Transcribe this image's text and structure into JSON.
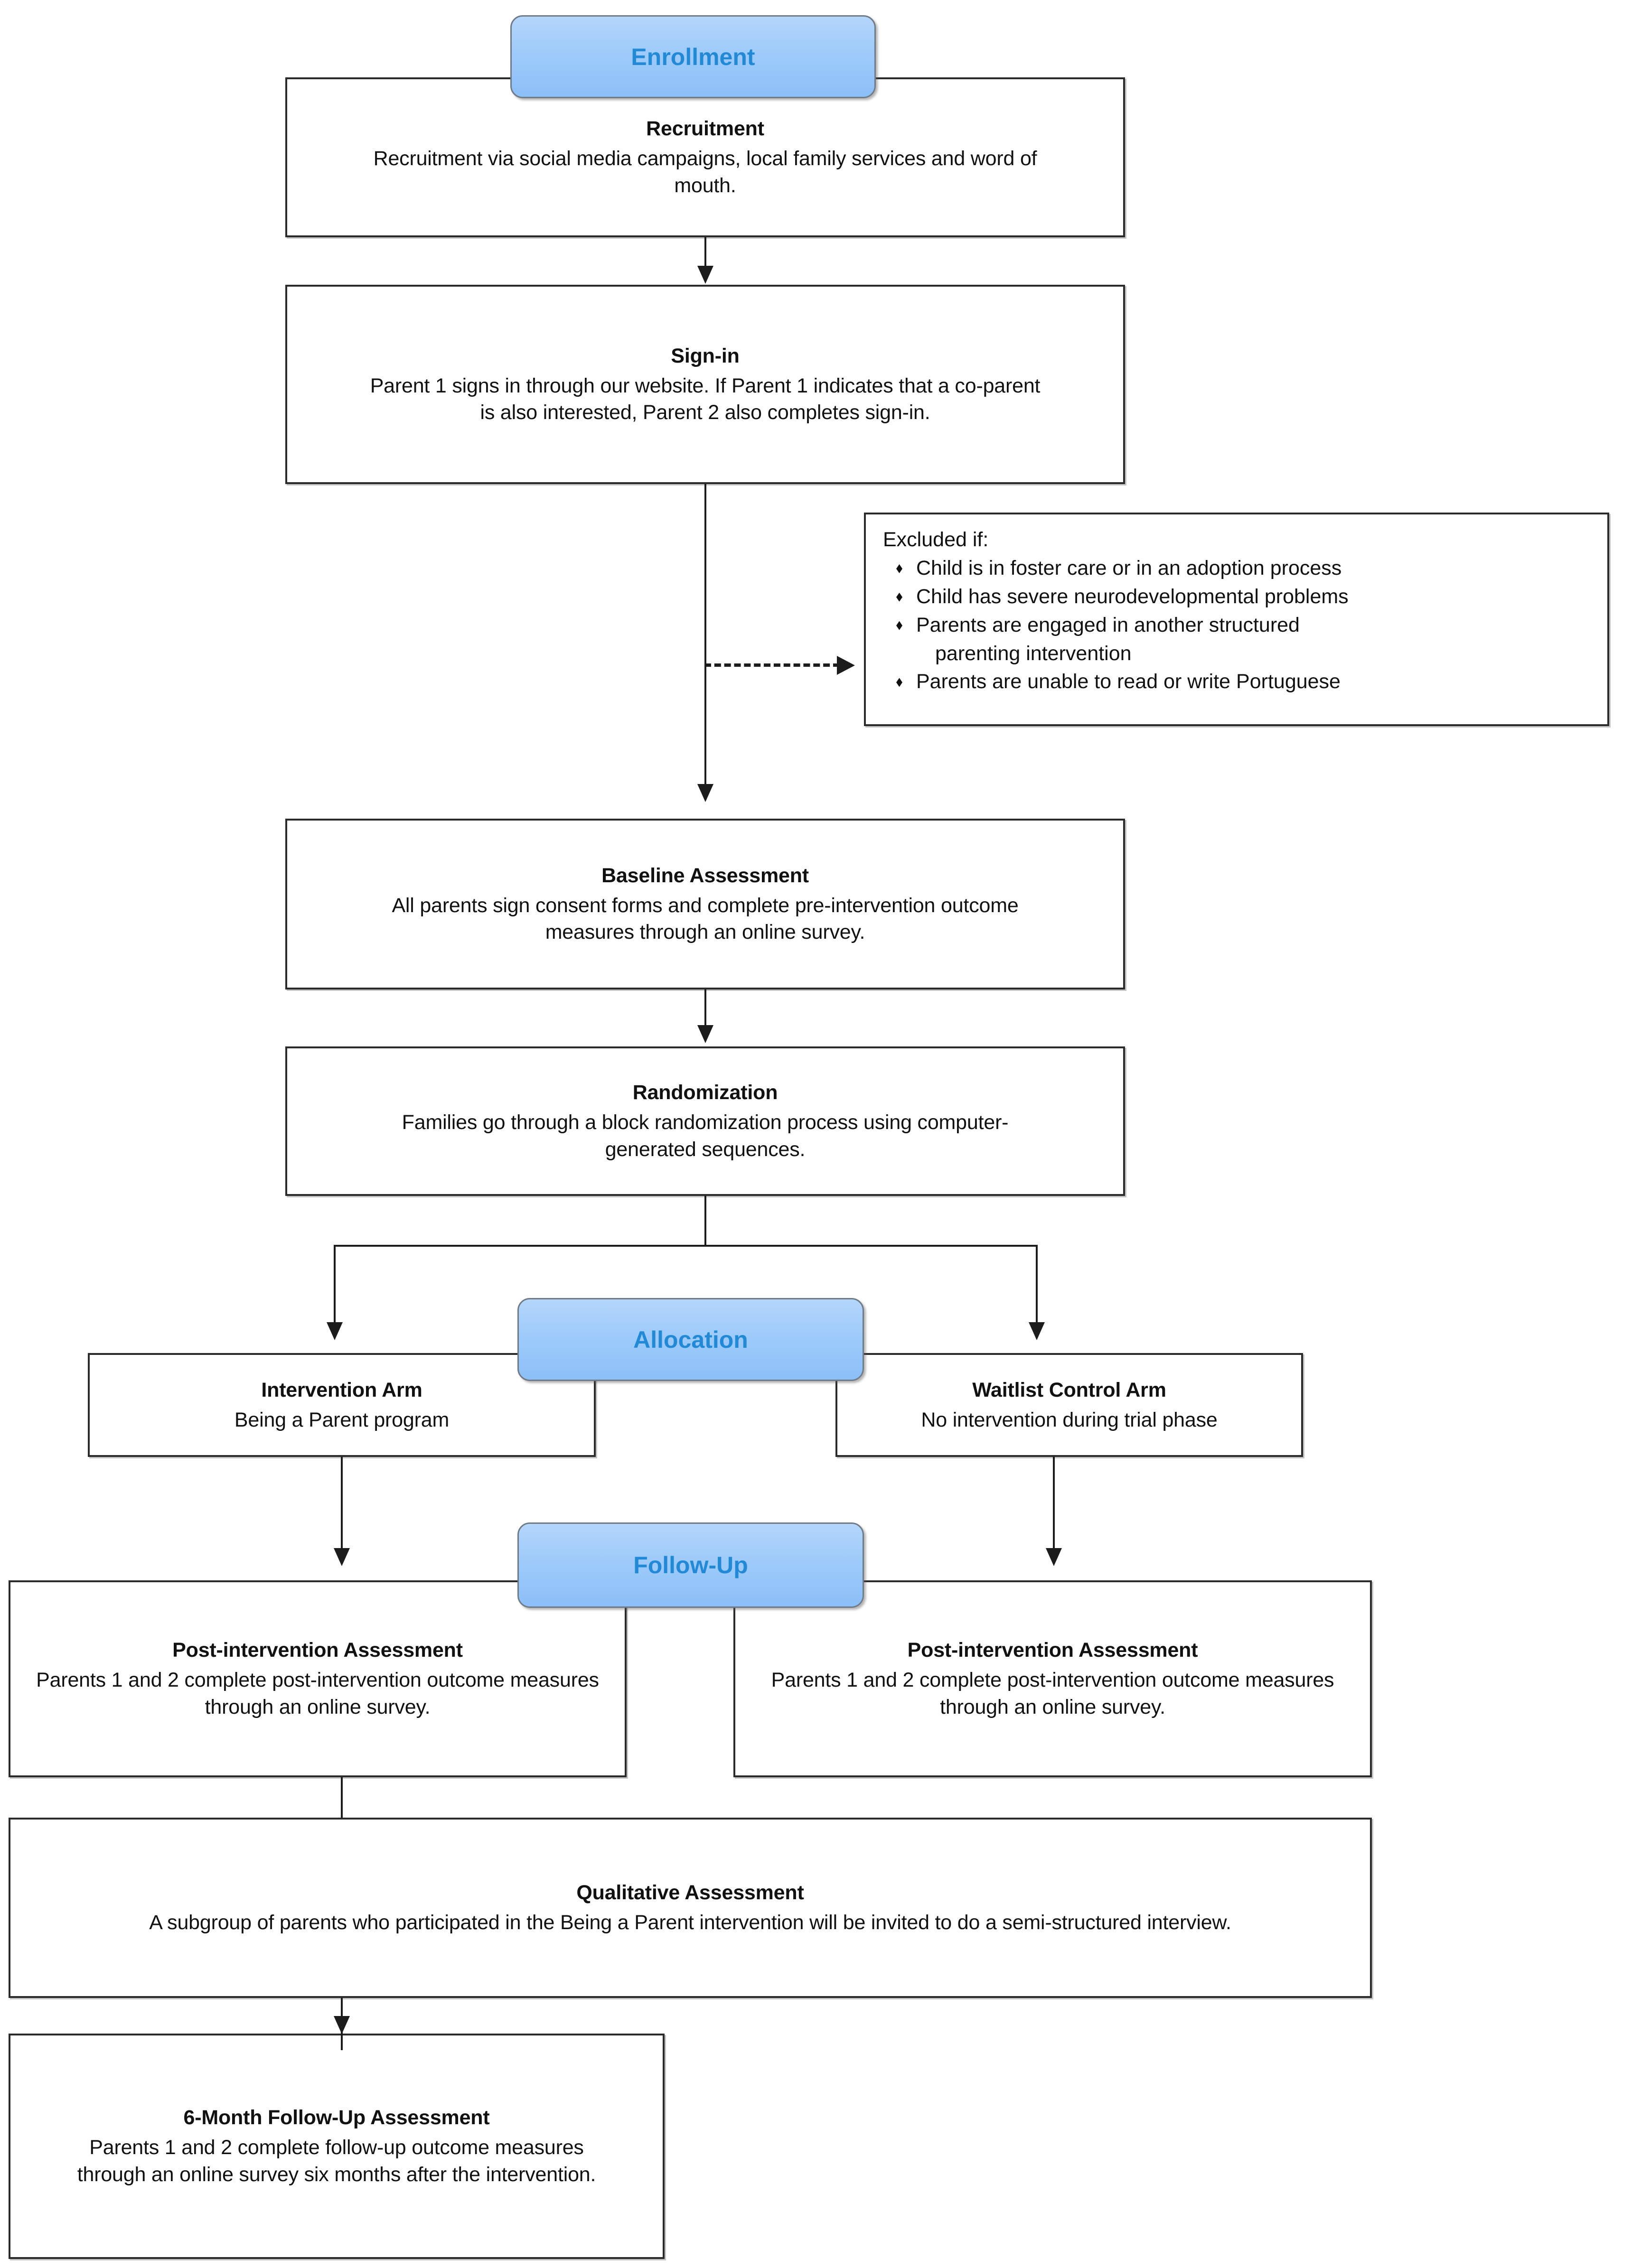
{
  "diagram": {
    "title": "CONSORT-style participant flow diagram",
    "accent_pill_fill": "#9ecbfa",
    "accent_pill_text": "#2189d6",
    "box_border": "#2b2b2b",
    "line_color": "#1c1c1c"
  },
  "stages": {
    "enrollment": "Enrollment",
    "allocation": "Allocation",
    "followup": "Follow-Up"
  },
  "nodes": {
    "recruitment": {
      "title": "Recruitment",
      "body": "Recruitment via social media campaigns, local family services and word of mouth."
    },
    "signin": {
      "title": "Sign-in",
      "body": "Parent 1 signs in through our website. If Parent 1 indicates that a co-parent is also interested, Parent 2 also completes sign-in."
    },
    "baseline": {
      "title": "Baseline Assessment",
      "body": "All parents sign consent forms and complete pre-intervention outcome measures through an online survey."
    },
    "randomization": {
      "title": "Randomization",
      "body": "Families go through a block randomization process using computer-generated sequences."
    },
    "intervention_arm": {
      "title": "Intervention Arm",
      "body": "Being a Parent program"
    },
    "waitlist_arm": {
      "title": "Waitlist Control Arm",
      "body": "No intervention during trial phase"
    },
    "post_left": {
      "title": "Post-intervention Assessment",
      "body": "Parents 1 and 2 complete post-intervention outcome measures through an online survey."
    },
    "post_right": {
      "title": "Post-intervention Assessment",
      "body": "Parents 1 and 2 complete post-intervention outcome measures through an online survey."
    },
    "qualitative": {
      "title": "Qualitative Assessment",
      "body": "A subgroup of parents who participated in the Being a Parent intervention will be invited to do a semi-structured interview."
    },
    "six_month": {
      "title": "6-Month Follow-Up Assessment",
      "body": "Parents 1 and 2 complete follow-up outcome measures through an online survey six months after the intervention."
    }
  },
  "exclusion": {
    "header": "Excluded if:",
    "items": [
      "Child is in foster care or in an adoption process",
      "Child has severe neurodevelopmental problems",
      "Parents are engaged in another structured",
      "parenting intervention",
      "Parents are unable to read or write Portuguese"
    ]
  }
}
